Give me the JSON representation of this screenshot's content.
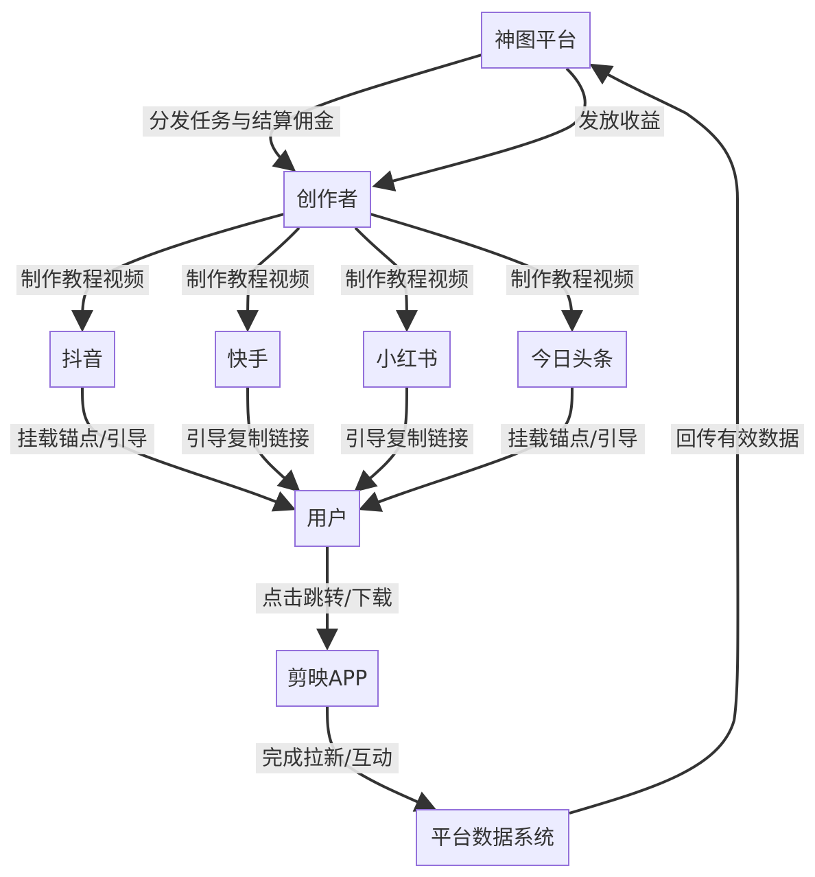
{
  "nodes": {
    "shentu": "神图平台",
    "creator": "创作者",
    "douyin": "抖音",
    "kuaishou": "快手",
    "xiaohongshu": "小红书",
    "toutiao": "今日头条",
    "user": "用户",
    "jianying": "剪映APP",
    "platform_data": "平台数据系统"
  },
  "edges": {
    "shentu_to_creator": "分发任务与结算佣金",
    "payout": "发放收益",
    "to_douyin": "制作教程视频",
    "to_kuaishou": "制作教程视频",
    "to_xiaohongshu": "制作教程视频",
    "to_toutiao": "制作教程视频",
    "douyin_to_user": "挂载锚点/引导",
    "kuaishou_to_user": "引导复制链接",
    "xiaohongshu_to_user": "引导复制链接",
    "toutiao_to_user": "挂载锚点/引导",
    "user_to_jianying": "点击跳转/下载",
    "jianying_to_data": "完成拉新/互动",
    "data_to_shentu": "回传有效数据"
  }
}
